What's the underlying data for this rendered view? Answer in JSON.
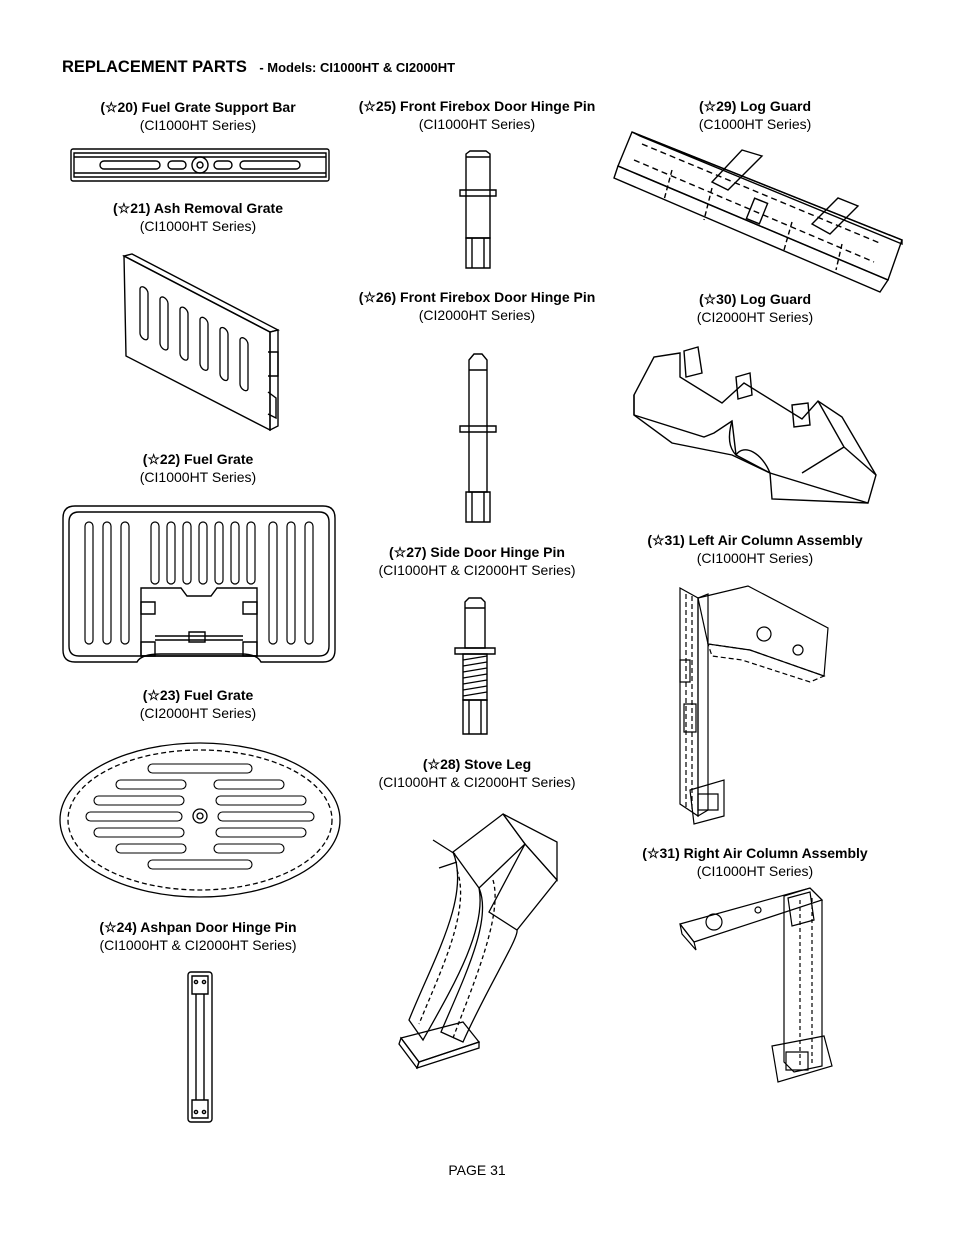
{
  "header": {
    "title": "REPLACEMENT PARTS",
    "subtitle": "- Models: CI1000HT & CI2000HT"
  },
  "parts": [
    {
      "name": "(☆20) Fuel Grate Support Bar",
      "series": "(CI1000HT Series)"
    },
    {
      "name": "(☆21) Ash Removal Grate",
      "series": "(CI1000HT Series)"
    },
    {
      "name": "(☆22) Fuel Grate",
      "series": "(CI1000HT Series)"
    },
    {
      "name": "(☆23) Fuel Grate",
      "series": "(CI2000HT Series)"
    },
    {
      "name": "(☆24) Ashpan Door Hinge Pin",
      "series": "(CI1000HT & CI2000HT Series)"
    },
    {
      "name": "(☆25) Front Firebox Door Hinge Pin",
      "series": "(CI1000HT Series)"
    },
    {
      "name": "(☆26) Front Firebox Door Hinge Pin",
      "series": "(CI2000HT Series)"
    },
    {
      "name": "(☆27) Side Door Hinge Pin",
      "series": "(CI1000HT & CI2000HT Series)"
    },
    {
      "name": "(☆28) Stove Leg",
      "series": "(CI1000HT & CI2000HT Series)"
    },
    {
      "name": "(☆29) Log Guard",
      "series": "(C1000HT Series)"
    },
    {
      "name": "(☆30) Log Guard",
      "series": "(CI2000HT Series)"
    },
    {
      "name": "(☆31) Left Air Column Assembly",
      "series": "(CI1000HT Series)"
    },
    {
      "name": "(☆31) Right Air Column Assembly",
      "series": "(CI1000HT Series)"
    }
  ],
  "footer": {
    "page": "PAGE 31"
  }
}
